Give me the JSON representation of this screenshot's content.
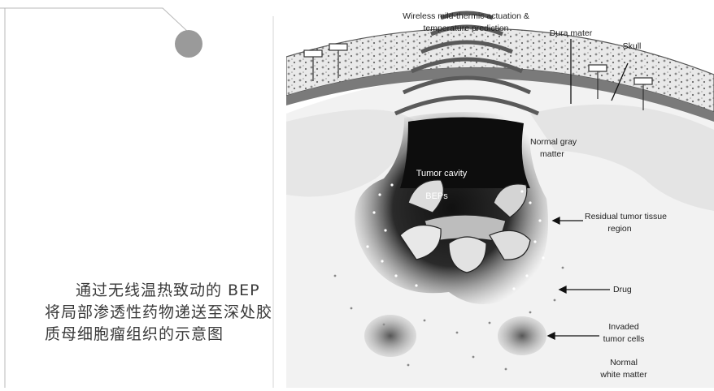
{
  "caption": {
    "text": "通过无线温热致动的 BEP 将局部渗透性药物递送至深处胶质母细胞瘤组织的示意图"
  },
  "figure": {
    "title_line1": "Wireless mild-thermic actuation &",
    "title_line2": "temperature prediction",
    "labels": {
      "dura_mater": "Dura mater",
      "skull": "Skull",
      "normal_gray_1": "Normal gray",
      "normal_gray_2": "matter",
      "tumor_cavity": "Tumor cavity",
      "beps": "BEPs",
      "residual_1": "Residual tumor tissue",
      "residual_2": "region",
      "drug": "Drug",
      "invaded_1": "Invaded",
      "invaded_2": "tumor cells",
      "white_1": "Normal",
      "white_2": "white matter"
    }
  },
  "colors": {
    "divider": "#b8b8b8",
    "bullet": "#9a9a9a",
    "caption_text": "#3a3a3a"
  }
}
